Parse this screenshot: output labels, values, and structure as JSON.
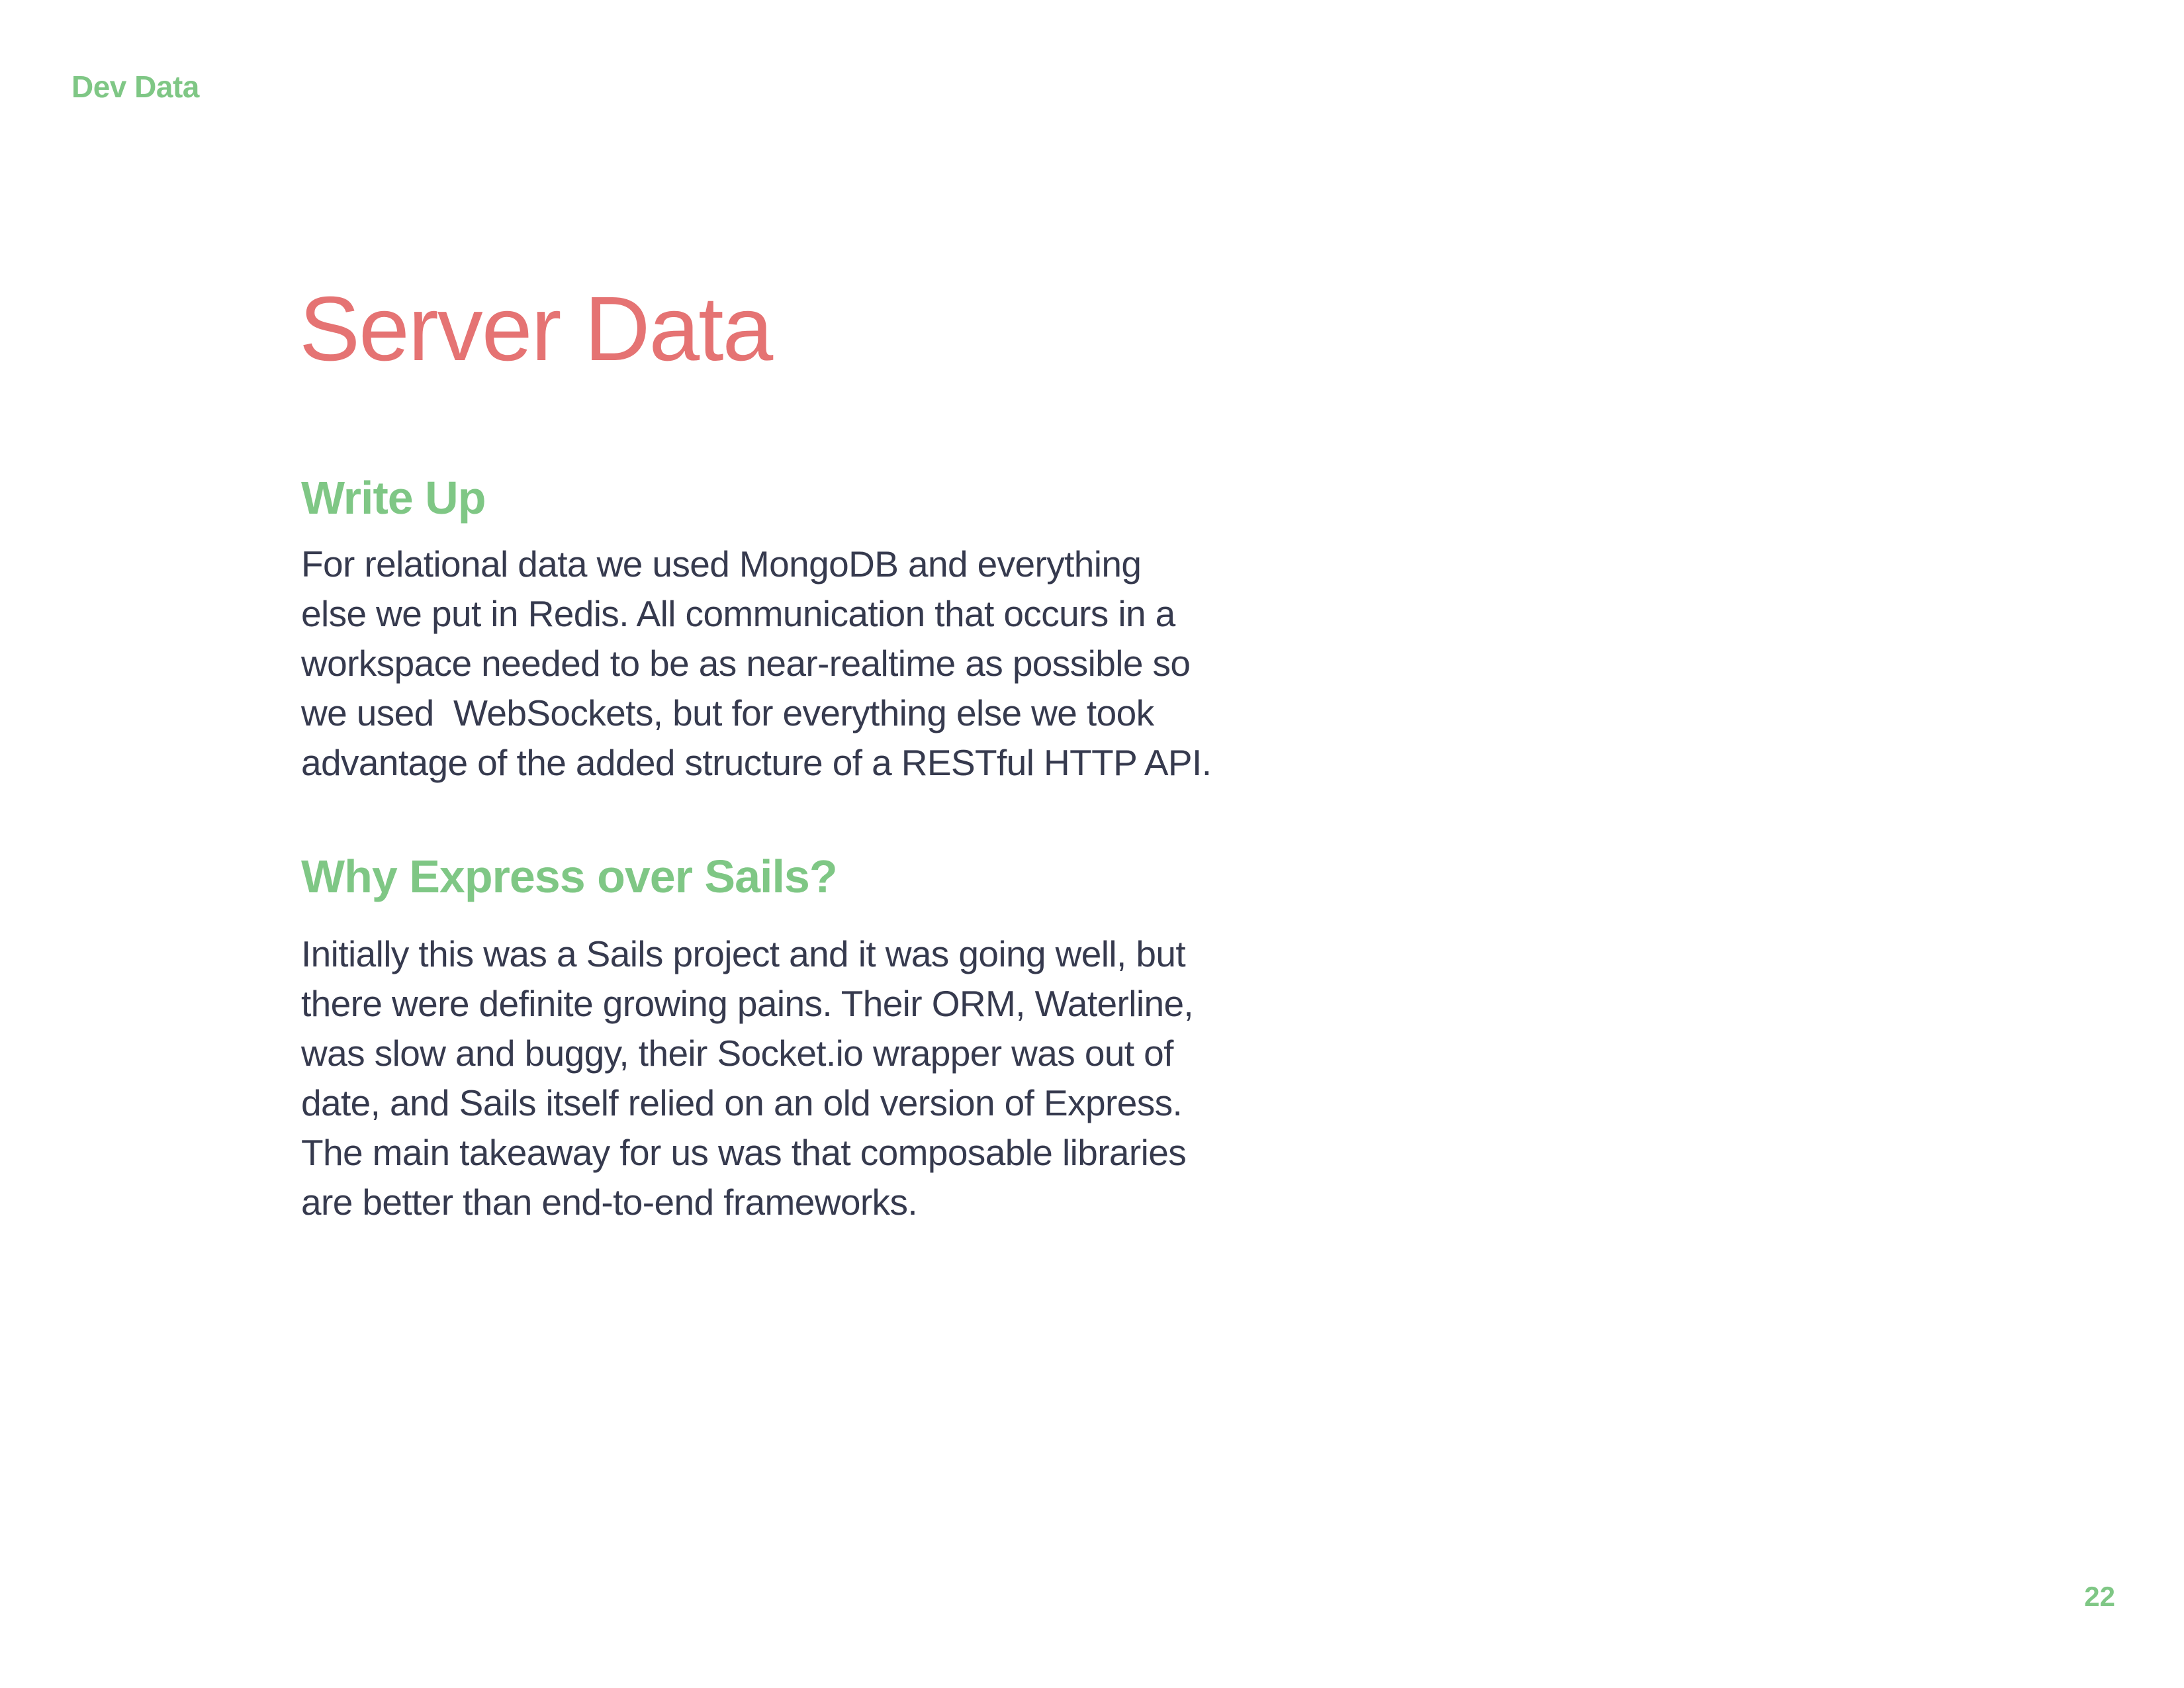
{
  "header": {
    "section_tag": "Dev Data"
  },
  "page_title": "Server Data",
  "sections": [
    {
      "heading": "Write Up",
      "lines": [
        "For relational data we used MongoDB and everything",
        "else we put in Redis. All communication that occurs in a",
        "workspace needed to be as near-realtime as possible so",
        "we used  WebSockets, but for everything else we took",
        "advantage of the added structure of a RESTful HTTP API."
      ]
    },
    {
      "heading": "Why Express over Sails?",
      "lines": [
        "Initially this was a Sails project and it was going well, but",
        "there were definite growing pains. Their ORM, Waterline,",
        "was slow and buggy, their Socket.io wrapper was out of",
        "date, and Sails itself relied on an old version of Express.",
        "The main takeaway for us was that composable libraries",
        "are better than end-to-end frameworks."
      ]
    }
  ],
  "footer": {
    "page_number": "22"
  },
  "colors": {
    "accent_green": "#7fc785",
    "title_red": "#e57373",
    "body_text": "#363a4e",
    "background": "#ffffff"
  }
}
